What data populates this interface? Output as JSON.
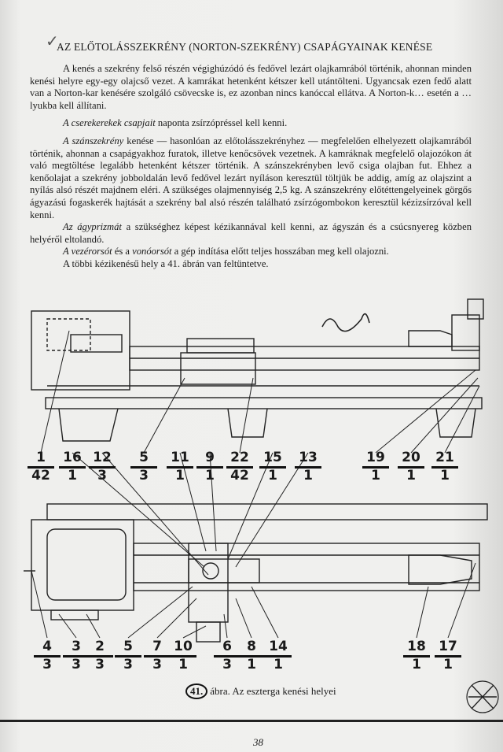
{
  "title": "AZ ELŐTOLÁSSZEKRÉNY (NORTON-SZEKRÉNY) CSAPÁGYAINAK KENÉSE",
  "paragraphs": {
    "p1": "A kenés a szekrény felső részén végighúzódó és fedővel lezárt olajkamrából történik, ahonnan minden kenési helyre egy-egy olajcső vezet. A kamrákat hetenként kétszer kell utántölteni. Ugyancsak ezen fedő alatt van a Norton-kar kenésére szolgáló csövecske is, ez azonban nincs kanóccal ellátva. A Norton-k… esetén a … lyukba kell állítani.",
    "p2_em": "A cserekerekek csapjait",
    "p2": " naponta zsírzópréssel kell kenni.",
    "p3_em": "A szánszekrény",
    "p3": " kenése — hasonlóan az előtolásszekrényhez — megfelelően elhelyezett olajkamrából történik, ahonnan a csapágyakhoz furatok, illetve kenőcsövek vezetnek. A kamráknak megfelelő olajozókon át való megtöltése legalább hetenként kétszer történik. A szánszekrényben levő csiga olajban fut. Ehhez a kenőolajat a szekrény jobboldalán levő fedővel lezárt nyíláson keresztül töltjük be addig, amíg az olajszint a nyílás alsó részét majdnem eléri. A szükséges olajmennyiség 2,5 kg. A szánszekrény előtéttengelyeinek görgős ágyazású fogaskerék hajtását a szekrény bal alsó részén található zsírzógombokon keresztül kézizsírzóval kell kenni.",
    "p4_em": "Az ágyprizmát",
    "p4": " a szükséghez képest kézikannával kell kenni, az ágyszán és a csúcsnyereg közben helyéről eltolandó.",
    "p5_em1": "A vezérorsót",
    "p5_mid": " és a ",
    "p5_em2": "vonóorsót",
    "p5": " a gép indítása előtt teljes hosszában meg kell olajozni.",
    "p6": "A többi kézikenésű hely a 41. ábrán van feltüntetve."
  },
  "figure": {
    "top_labels": [
      {
        "num": "1",
        "den": "42"
      },
      {
        "num": "16",
        "den": "1"
      },
      {
        "num": "12",
        "den": "3"
      },
      {
        "num": "5",
        "den": "3"
      },
      {
        "num": "11",
        "den": "1"
      },
      {
        "num": "9",
        "den": "1"
      },
      {
        "num": "22",
        "den": "42"
      },
      {
        "num": "15",
        "den": "1"
      },
      {
        "num": "13",
        "den": "1"
      },
      {
        "num": "19",
        "den": "1"
      },
      {
        "num": "20",
        "den": "1"
      },
      {
        "num": "21",
        "den": "1"
      }
    ],
    "bottom_labels": [
      {
        "num": "4",
        "den": "3"
      },
      {
        "num": "3",
        "den": "3"
      },
      {
        "num": "2",
        "den": "3"
      },
      {
        "num": "5",
        "den": "3"
      },
      {
        "num": "7",
        "den": "3"
      },
      {
        "num": "10",
        "den": "1"
      },
      {
        "num": "6",
        "den": "3"
      },
      {
        "num": "8",
        "den": "1"
      },
      {
        "num": "14",
        "den": "1"
      },
      {
        "num": "18",
        "den": "1"
      },
      {
        "num": "17",
        "den": "1"
      }
    ],
    "caption_number": "41.",
    "caption": "ábra. Az esztergа kenési helyei"
  },
  "page_number": "38"
}
